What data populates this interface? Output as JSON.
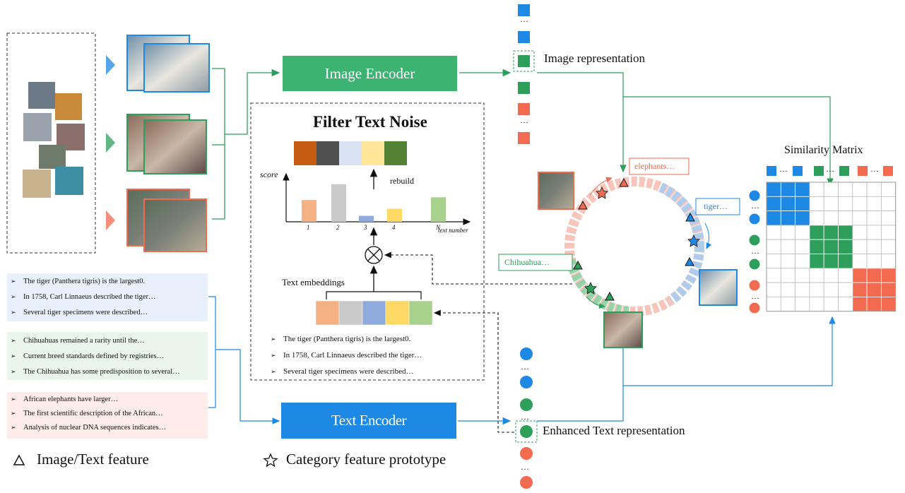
{
  "encoders": {
    "image": "Image Encoder",
    "text": "Text Encoder"
  },
  "filter": {
    "title": "Filter Text Noise",
    "rebuild": "rebuild",
    "ylabel": "score",
    "xlabel": "text number",
    "embeddings_label": "Text embeddings",
    "embedding_colors": [
      "#f4b183",
      "#c9c9c9",
      "#8faadc",
      "#ffd966",
      "#a9d18e"
    ],
    "rebuilt_colors": [
      "#c55a11",
      "#505050",
      "#dae3f3",
      "#ffe699",
      "#548235"
    ],
    "texts": [
      "The tiger (Panthera tigris) is the largest0.",
      "In 1758, Carl Linnaeus described the tiger…",
      "Several tiger specimens were described…"
    ]
  },
  "chart_data": {
    "type": "bar",
    "categories": [
      "1",
      "2",
      "3",
      "4",
      "N"
    ],
    "values": [
      0.55,
      0.95,
      0.15,
      0.33,
      0.62
    ],
    "colors": [
      "#f4b183",
      "#c9c9c9",
      "#8faadc",
      "#ffd966",
      "#a9d18e"
    ],
    "ylabel": "score",
    "xlabel": "text number"
  },
  "text_groups": [
    {
      "color": "#e8f1fb",
      "items": [
        "The tiger (Panthera tigris) is the largest0.",
        "In 1758, Carl Linnaeus described the tiger…",
        "Several tiger specimens were described…"
      ]
    },
    {
      "color": "#eaf5ec",
      "items": [
        "Chihuahuas remained a rarity until the…",
        "Current breed standards defined by registries…",
        "The Chihuahua has some predisposition to several…"
      ]
    },
    {
      "color": "#fdecea",
      "items": [
        "African elephants have larger…",
        "The first scientific description of the African…",
        "Analysis of nuclear DNA sequences indicates…"
      ]
    }
  ],
  "representations": {
    "image": "Image representation",
    "text": "Enhanced Text representation",
    "ellipsis": "…"
  },
  "circle_labels": {
    "elephants": "elephants…",
    "tiger": "tiger…",
    "chihuahua": "Chihuahua…"
  },
  "matrix": {
    "title": "Similarity Matrix",
    "ellipsis": "…"
  },
  "legend": {
    "feature": "Image/Text feature",
    "prototype": "Category feature prototype"
  },
  "colors": {
    "blue": "#1e88e5",
    "green": "#2e9e5b",
    "red": "#f26a4f",
    "encoder_green": "#3cb371",
    "encoder_blue": "#1e88e5"
  }
}
